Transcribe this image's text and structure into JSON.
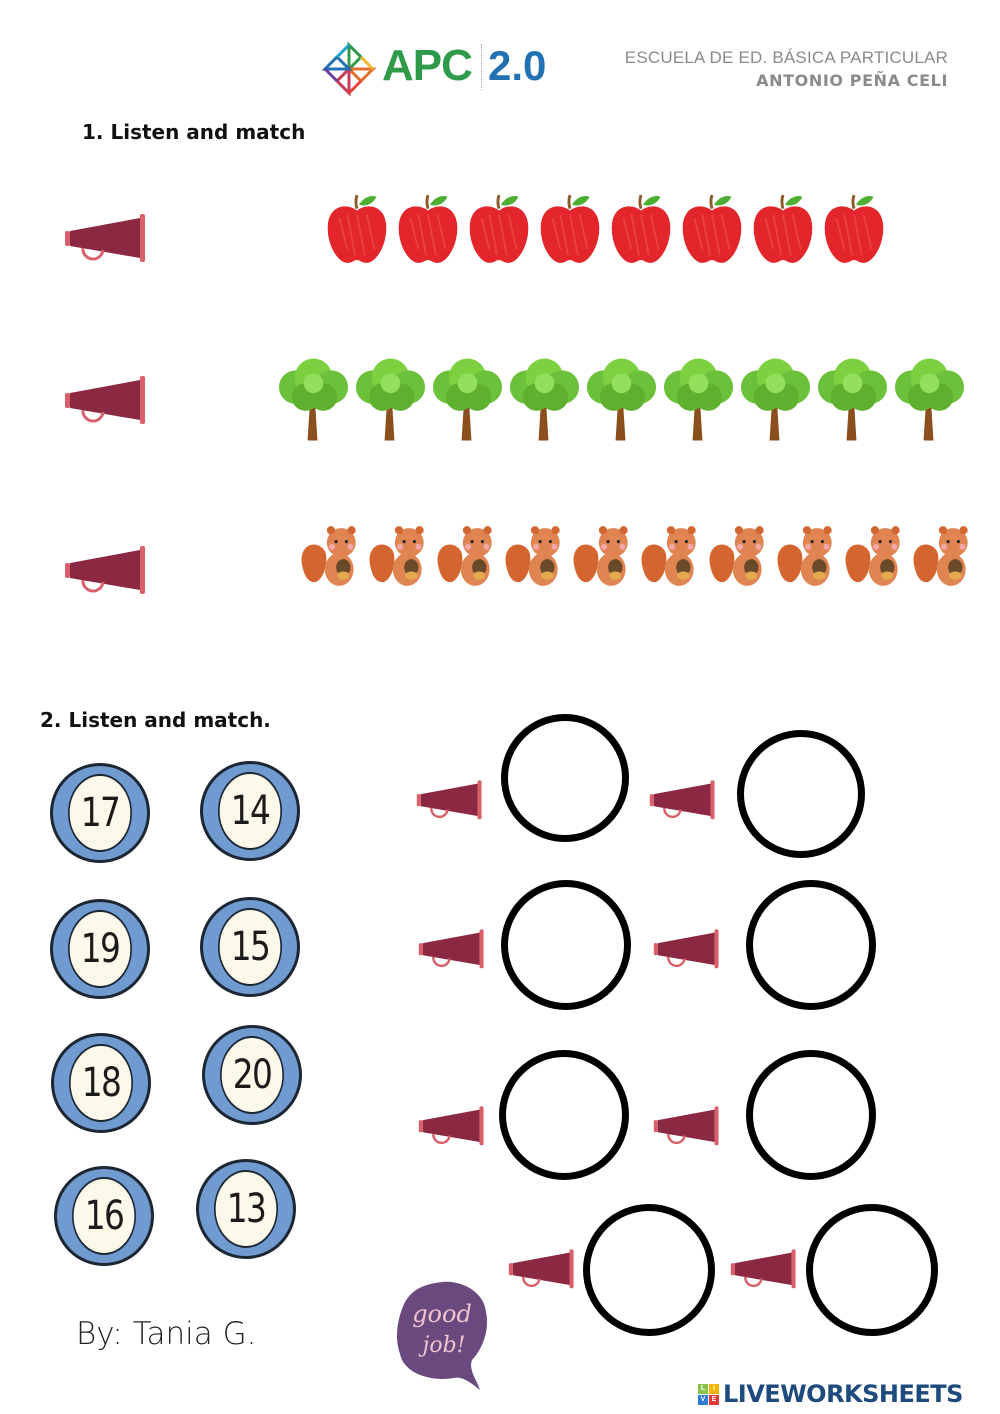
{
  "header": {
    "logo_text": "APC",
    "logo_version": "2.0",
    "school_line1": "ESCUELA DE ED. BÁSICA PARTICULAR",
    "school_line2": "ANTONIO PEÑA CELI",
    "colors": {
      "apc_green": "#2e9a4a",
      "version_blue": "#2271b3",
      "school_gray": "#8a8a8a"
    }
  },
  "section1": {
    "title": "1. Listen and match",
    "rows": [
      {
        "audio_icon": "megaphone-icon",
        "picture": "apple",
        "count": 8
      },
      {
        "audio_icon": "megaphone-icon",
        "picture": "tree",
        "count": 9
      },
      {
        "audio_icon": "megaphone-icon",
        "picture": "squirrel",
        "count": 10
      }
    ]
  },
  "section2": {
    "title": "2. Listen and match.",
    "number_badges": [
      "17",
      "14",
      "19",
      "15",
      "18",
      "20",
      "16",
      "13"
    ],
    "answer_slots": 8,
    "colors": {
      "badge_ring": "#6f9bd1",
      "badge_fill": "#fdf9ea",
      "megaphone": "#8b2942",
      "megaphone_accent": "#d9606a"
    }
  },
  "footer": {
    "author": "By: Tania G.",
    "sticker_text": "good job!",
    "brand": "LIVEWORKSHEETS",
    "brand_cubes": [
      "L",
      "I",
      "V",
      "E"
    ]
  }
}
